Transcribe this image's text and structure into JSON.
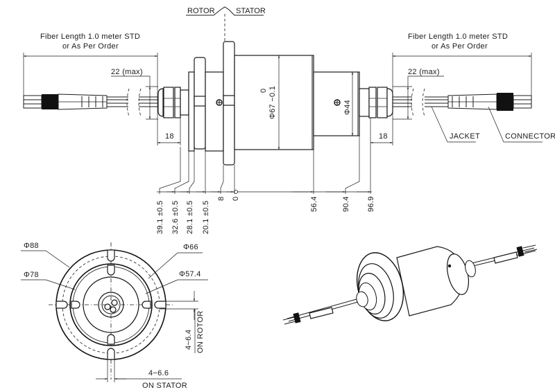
{
  "side_view": {
    "rotor_label": "ROTOR",
    "stator_label": "STATOR",
    "fiber_left": {
      "line1": "Fiber Length 1.0 meter STD",
      "line2": "or As Per Order"
    },
    "fiber_right": {
      "line1": "Fiber Length 1.0 meter STD",
      "line2": "or As Per Order"
    },
    "gland_left_max": "22 (max)",
    "gland_right_max": "22 (max)",
    "gland_left_len": "18",
    "gland_right_len": "18",
    "body_diameter": "Φ67 −0.1",
    "body_diameter_upper_tol": "0",
    "shaft_diameter": "Φ44",
    "jacket_label": "JACKET",
    "connector_label": "CONNECTOR",
    "axial_dims": [
      "39.1 ±0.5",
      "32.6 ±0.5",
      "28.1 ±0.5",
      "20.1 ±0.5",
      "8",
      "0",
      "56.4",
      "90.4",
      "96.9"
    ]
  },
  "front_view": {
    "dia_88": "Φ88",
    "dia_78": "Φ78",
    "dia_66": "Φ66",
    "dia_57": "Φ57.4",
    "rotor_holes": "4−6.4",
    "rotor_holes_note": "ON ROTOR",
    "stator_holes": "4−6.6",
    "stator_holes_note": "ON STATOR"
  },
  "iso_view": {
    "caption": ""
  }
}
